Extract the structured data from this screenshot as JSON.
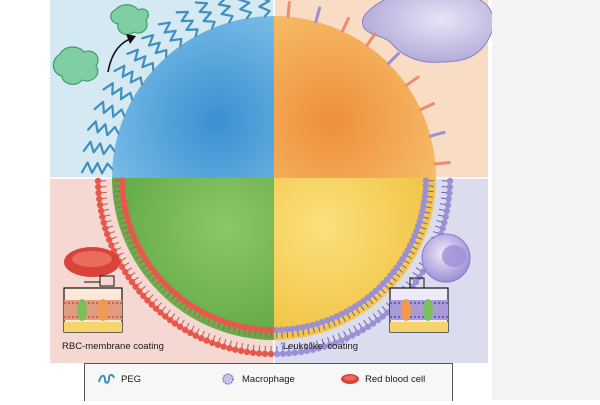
{
  "quadrants": {
    "rbc_label": "RBC-membrane coating",
    "leuko_label": "'Leukolike' coating"
  },
  "legend": {
    "items": [
      {
        "icon": "peg-icon",
        "label": "PEG"
      },
      {
        "icon": "macrophage-icon",
        "label": "Macrophage"
      },
      {
        "icon": "red-blood-cell-icon",
        "label": "Red blood cell"
      }
    ]
  },
  "colors": {
    "peg_bg": "#d4e9f1",
    "macrophage_bg": "#f9dcc4",
    "rbc_bg": "#f5d8d2",
    "leuko_bg": "#dcdcef",
    "blue": "#4d9fd8",
    "orange": "#f2a24e",
    "green": "#8ec66a",
    "yellow": "#f6d060",
    "rbc_red": "#e8574b",
    "purple": "#9b8fd6",
    "peg_chain": "#3f8fc0"
  }
}
